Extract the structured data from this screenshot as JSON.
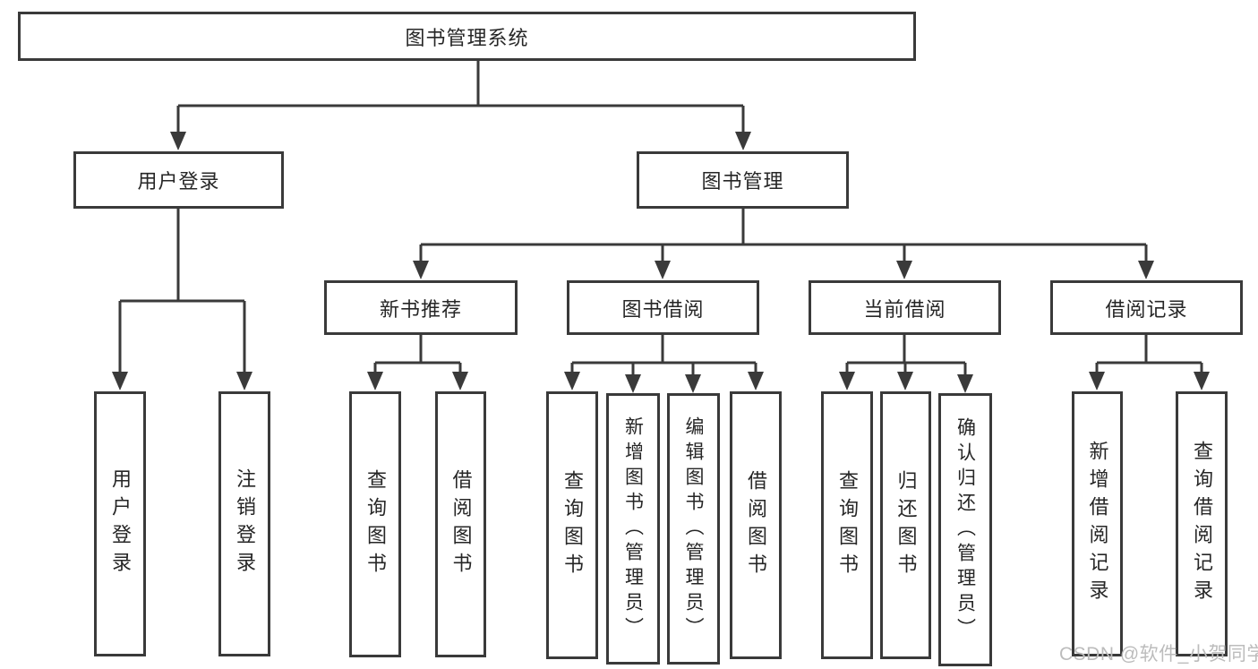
{
  "page": {
    "watermark": "CSDN @软件_小贺同学"
  },
  "colors": {
    "line": "#3a3a3a",
    "text": "#262626",
    "box_fill": "#ffffff",
    "watermark": "#bcbcbc",
    "background": "#ffffff"
  },
  "tree": {
    "root": "图书管理系统",
    "branches": [
      {
        "label": "用户登录",
        "children": [
          "用户登录",
          "注销登录"
        ]
      },
      {
        "label": "图书管理",
        "groups": [
          {
            "label": "新书推荐",
            "children": [
              "查询图书",
              "借阅图书"
            ]
          },
          {
            "label": "图书借阅",
            "children": [
              "查询图书",
              "新增图书（管理员）",
              "编辑图书（管理员）",
              "借阅图书"
            ]
          },
          {
            "label": "当前借阅",
            "children": [
              "查询图书",
              "归还图书",
              "确认归还（管理员）"
            ]
          },
          {
            "label": "借阅记录",
            "children": [
              "新增借阅记录",
              "查询借阅记录"
            ]
          }
        ]
      }
    ]
  }
}
